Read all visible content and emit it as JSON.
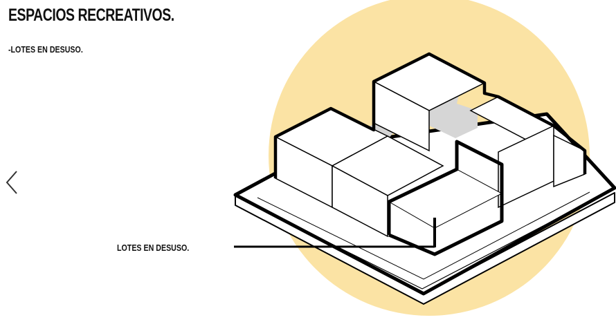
{
  "header": {
    "title": "ESPACIOS RECREATIVOS.",
    "subtitle": "-LOTES EN DESUSO."
  },
  "navigation": {
    "prev_icon": "chevron-left-icon"
  },
  "illustration": {
    "callout_label": "LOTES EN DESUSO.",
    "colors": {
      "circle": "#FBE3A4",
      "outline": "#000000",
      "shadow": "#D6D6D6",
      "face": "#FFFFFF"
    }
  }
}
